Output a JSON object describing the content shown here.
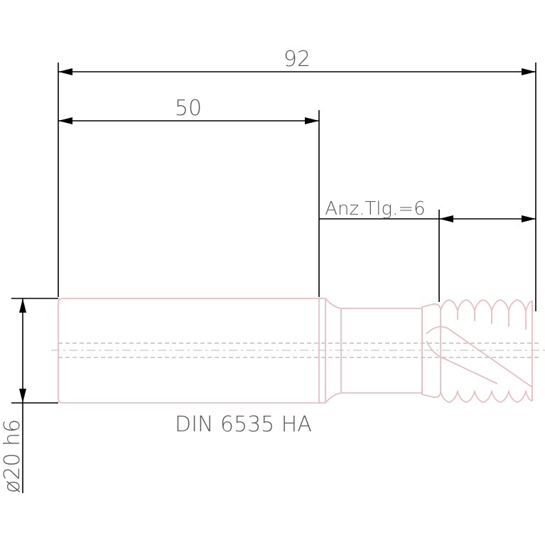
{
  "dimensions": {
    "overall_length": "92",
    "shank_length": "50",
    "teeth_note": "Anz.Tlg.=6",
    "diameter": "ø20 h6"
  },
  "standard_label": "DIN 6535 HA",
  "colors": {
    "dimension_lines": "#000000",
    "part_outline": "#e6bfc0",
    "text": "#5a5a5a",
    "center_line": "#c7c7c7"
  }
}
